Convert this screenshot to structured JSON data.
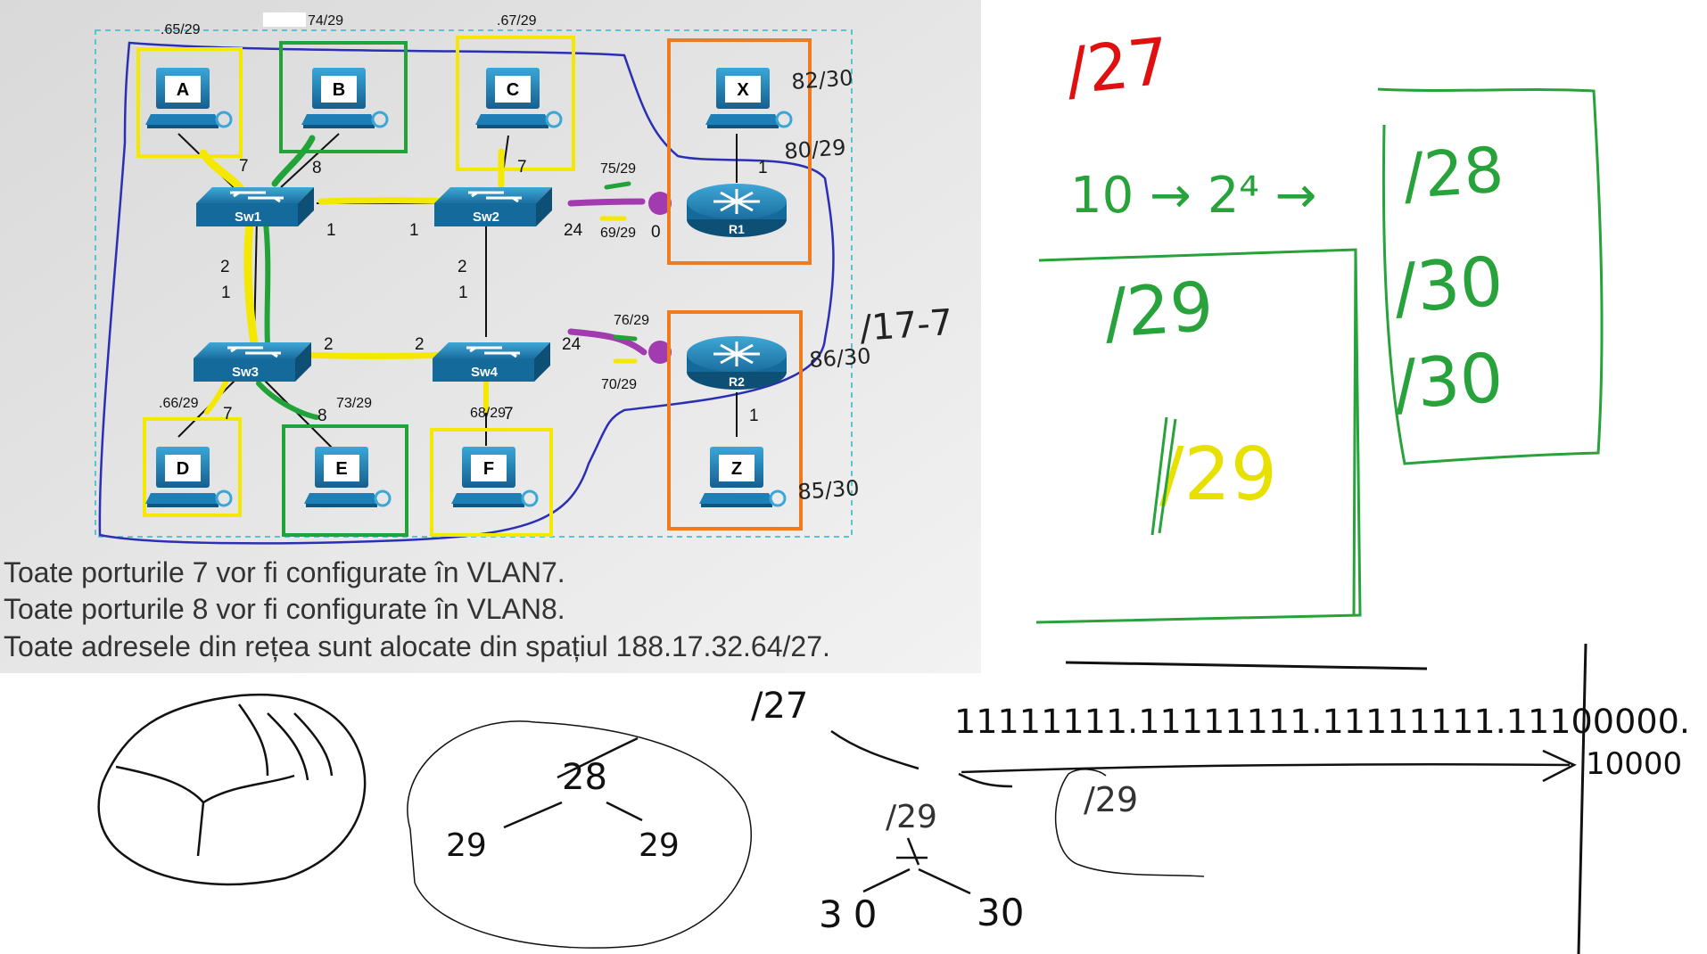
{
  "diagram": {
    "devices": {
      "pcs": [
        "A",
        "B",
        "C",
        "X",
        "D",
        "E",
        "F",
        "Z"
      ],
      "switches": [
        "Sw1",
        "Sw2",
        "Sw3",
        "Sw4"
      ],
      "routers": [
        "R1",
        "R2"
      ]
    },
    "address_labels": {
      "A": ".65/29",
      "B": "74/29",
      "C": ".67/29",
      "X": "82/30",
      "R1_lan": "80/29",
      "sw2_r1_top": "75/29",
      "sw2_r1_bottom": "69/29",
      "sw4_r2_top": "76/29",
      "sw4_r2_bottom": "70/29",
      "R2_lan": "86/30",
      "D": ".66/29",
      "E": "73/29",
      "F": "68/29",
      "Z": "85/30"
    },
    "port_labels": {
      "sw1_a": "7",
      "sw1_b": "8",
      "sw1_right": "1",
      "sw2_left": "1",
      "sw2_c": "7",
      "sw2_r1": "24",
      "r1_port": "0",
      "r1_x": "1",
      "sw1_down": "2",
      "sw3_up": "1",
      "sw2_down": "2",
      "sw4_up": "1",
      "sw3_right": "2",
      "sw4_left": "2",
      "sw4_r2": "24",
      "r2_z": "1",
      "sw3_d": "7",
      "sw3_e": "8",
      "sw4_f": "7"
    },
    "captions": [
      "Toate porturile 7 vor fi configurate în VLAN7.",
      "Toate porturile 8 vor fi configurate în VLAN8.",
      "Toate adresele din rețea sunt alocate din spațiul 188.17.32.64/27."
    ]
  },
  "notes": {
    "top_red": "/27",
    "calc": "10 → 2⁴ →",
    "box_left": [
      "/29",
      "/29"
    ],
    "box_right": [
      "/28",
      "/30",
      "/30"
    ],
    "mask": "11111111.11111111.11111111.11100000.",
    "mask_sub": "10000",
    "tree_top": "/27",
    "tree_28": "28",
    "tree_29_left": "29",
    "tree_29_right": "29",
    "tree_29_mid": "/29",
    "tree_29_far": "/29",
    "tree_30_left": "30",
    "tree_30_right": "30",
    "r2_side": "/17-7"
  },
  "colors": {
    "yellow": "#f5e800",
    "green": "#22a33a",
    "orange": "#f07b1e",
    "blue": "#2b2fb5",
    "purple": "#a23ab0",
    "red": "#e01010",
    "hand_green": "#28a23a",
    "hand_yellow": "#e8e000",
    "ink": "#111111",
    "dash": "#59c6cf"
  }
}
